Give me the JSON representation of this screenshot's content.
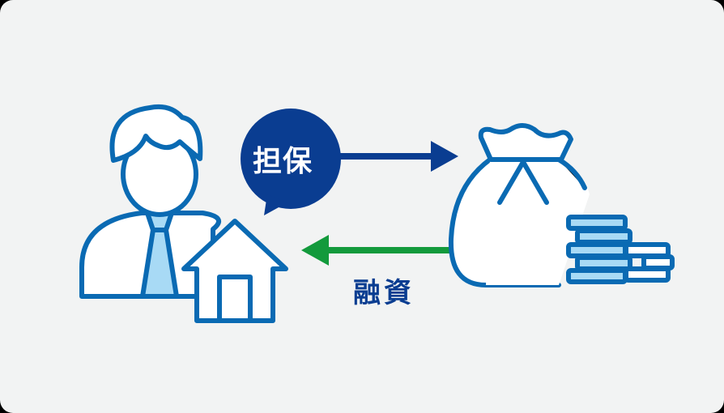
{
  "diagram": {
    "collateral_label": "担保",
    "financing_label": "融資",
    "nodes": [
      {
        "id": "borrower",
        "icon": "businessman-icon"
      },
      {
        "id": "property",
        "icon": "house-icon"
      },
      {
        "id": "money",
        "icon": "money-bag-icon"
      },
      {
        "id": "coins",
        "icon": "coin-stack-icon"
      }
    ],
    "edges": [
      {
        "from": "borrower",
        "to": "money",
        "label": "担保",
        "color": "#0a3d91"
      },
      {
        "from": "money",
        "to": "borrower",
        "label": "融資",
        "color": "#139a3c"
      }
    ],
    "colors": {
      "background": "#f2f3f3",
      "outline": "#0a6ab3",
      "fill_light": "#a8daf5",
      "bubble": "#0a3d91",
      "arrow_green": "#139a3c"
    }
  }
}
